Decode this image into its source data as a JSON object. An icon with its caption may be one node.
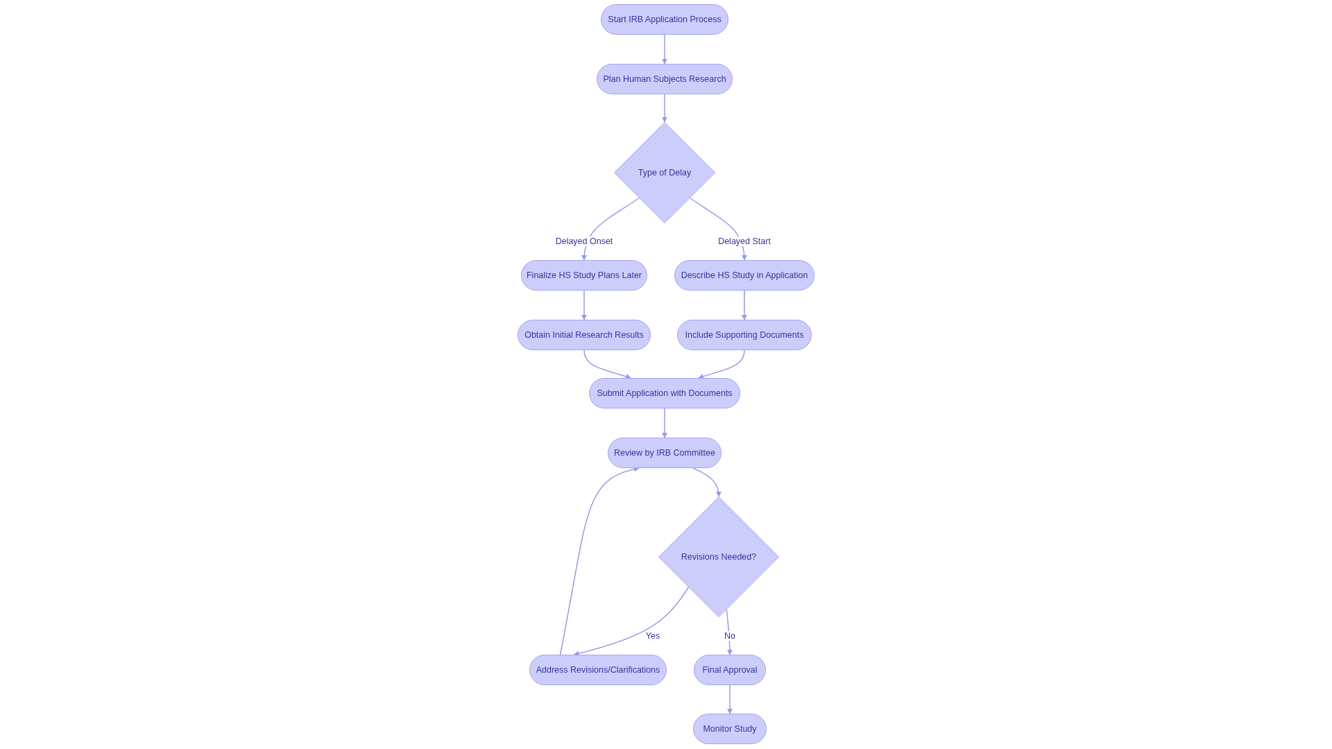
{
  "diagram": {
    "nodes": [
      {
        "text": [
          "Start IRB Application Process"
        ]
      },
      {
        "text": [
          "Plan Human Subjects Research"
        ]
      },
      {
        "text": [
          "Type of Delay"
        ]
      },
      {
        "text": [
          "Finalize HS Study Plans Later"
        ]
      },
      {
        "text": [
          "Describe HS Study in Application"
        ]
      },
      {
        "text": [
          "Obtain Initial Research Results"
        ]
      },
      {
        "text": [
          "Include Supporting Documents"
        ]
      },
      {
        "text": [
          "Submit Application with Documents"
        ]
      },
      {
        "text": [
          "Review by IRB Committee"
        ]
      },
      {
        "text": [
          "Revisions Needed?"
        ]
      },
      {
        "text": [
          "Address Revisions/Clarifications"
        ]
      },
      {
        "text": [
          "Final Approval"
        ]
      },
      {
        "text": [
          "Monitor Study"
        ]
      }
    ],
    "edges": [
      {
        "from": 0,
        "to": 1,
        "arrow": "to"
      },
      {
        "from": 1,
        "to": 2,
        "arrow": "to"
      },
      {
        "from": 2,
        "to": 3,
        "arrow": "to",
        "label": "Delayed Onset"
      },
      {
        "from": 2,
        "to": 4,
        "arrow": "to",
        "label": "Delayed Start"
      },
      {
        "from": 3,
        "to": 5,
        "arrow": "to"
      },
      {
        "from": 4,
        "to": 6,
        "arrow": "to"
      },
      {
        "from": 5,
        "to": 7,
        "arrow": "to"
      },
      {
        "from": 6,
        "to": 7,
        "arrow": "to"
      },
      {
        "from": 7,
        "to": 8,
        "arrow": "to"
      },
      {
        "from": 8,
        "to": 9,
        "arrow": "to"
      },
      {
        "from": 9,
        "to": 10,
        "arrow": "to",
        "label": "Yes"
      },
      {
        "from": 9,
        "to": 11,
        "arrow": "to",
        "label": "No"
      },
      {
        "from": 10,
        "to": 8,
        "arrow": "to"
      },
      {
        "from": 11,
        "to": 12,
        "arrow": "to"
      }
    ]
  }
}
